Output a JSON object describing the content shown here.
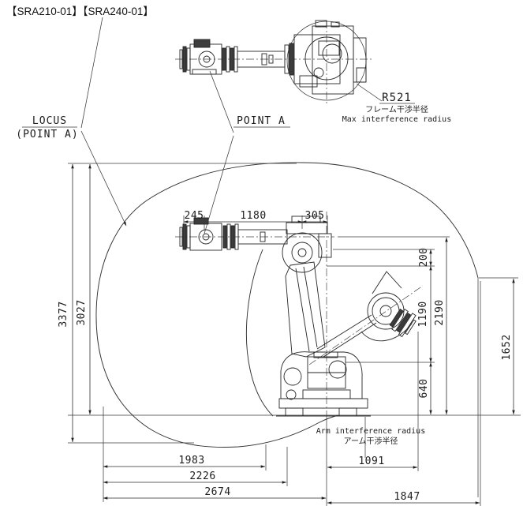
{
  "title": "【SRA210-01】【SRA240-01】",
  "labels": {
    "locus": "LOCUS",
    "locus_sub": "(POINT A)",
    "point_a": "POINT A",
    "r521": "R521",
    "frame_radius_jp": "フレーム干渉半径",
    "frame_radius_en": "Max interference radius",
    "arm_radius_en": "Arm interference radius",
    "arm_radius_jp": "アーム干渉半径"
  },
  "dimensions": {
    "top": {
      "d245": "245",
      "d1180": "1180",
      "d305": "305"
    },
    "left": {
      "d3377": "3377",
      "d3027": "3027"
    },
    "right": {
      "d200": "200",
      "d1190": "1190",
      "d2190": "2190",
      "d640": "640",
      "d1652": "1652"
    },
    "bottom": {
      "d1983": "1983",
      "d2226": "2226",
      "d2674": "2674",
      "d1091": "1091",
      "d1847": "1847"
    }
  }
}
